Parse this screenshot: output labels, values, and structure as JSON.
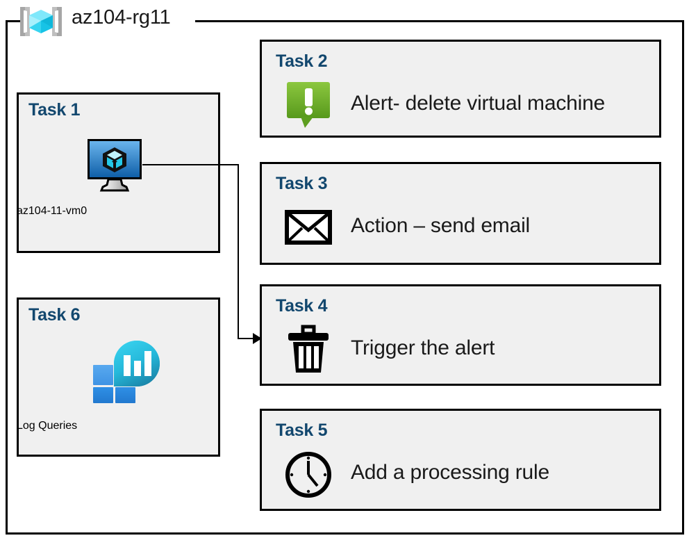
{
  "resource_group": {
    "title": "az104-rg11",
    "icon": "resource-group-cube-icon"
  },
  "tasks": [
    {
      "id": "task1",
      "title": "Task 1",
      "label": "az104-11-vm0",
      "icon": "virtual-machine-icon",
      "layout": "vertical"
    },
    {
      "id": "task2",
      "title": "Task 2",
      "label": "Alert- delete virtual machine",
      "icon": "alert-callout-icon",
      "layout": "horizontal"
    },
    {
      "id": "task3",
      "title": "Task 3",
      "label": "Action – send email",
      "icon": "envelope-icon",
      "layout": "horizontal"
    },
    {
      "id": "task4",
      "title": "Task 4",
      "label": "Trigger the alert",
      "icon": "trash-can-icon",
      "layout": "horizontal"
    },
    {
      "id": "task5",
      "title": "Task 5",
      "label": "Add a processing rule",
      "icon": "clock-icon",
      "layout": "horizontal"
    },
    {
      "id": "task6",
      "title": "Task 6",
      "label": "Log Queries",
      "icon": "log-analytics-icon",
      "layout": "vertical"
    }
  ],
  "connector": {
    "from": "task1-virtual-machine-icon",
    "to": "task4-card",
    "arrow": "arrowhead-right"
  },
  "colors": {
    "card_background": "#f0f0f0",
    "card_border": "#000000",
    "task_title": "#12476e",
    "body_text": "#1a1a1a",
    "alert_green_light": "#8cc63e",
    "alert_green_dark": "#5a9e1b",
    "vm_blue_light": "#5aa8e8",
    "vm_blue_dark": "#1565b5",
    "log_cyan": "#32c8e8",
    "log_teal": "#1b8fb0",
    "log_blue": "#2a8ae0",
    "rg_cube_cyan": "#64e0f5",
    "rg_bracket_gray": "#a6a6a6"
  }
}
